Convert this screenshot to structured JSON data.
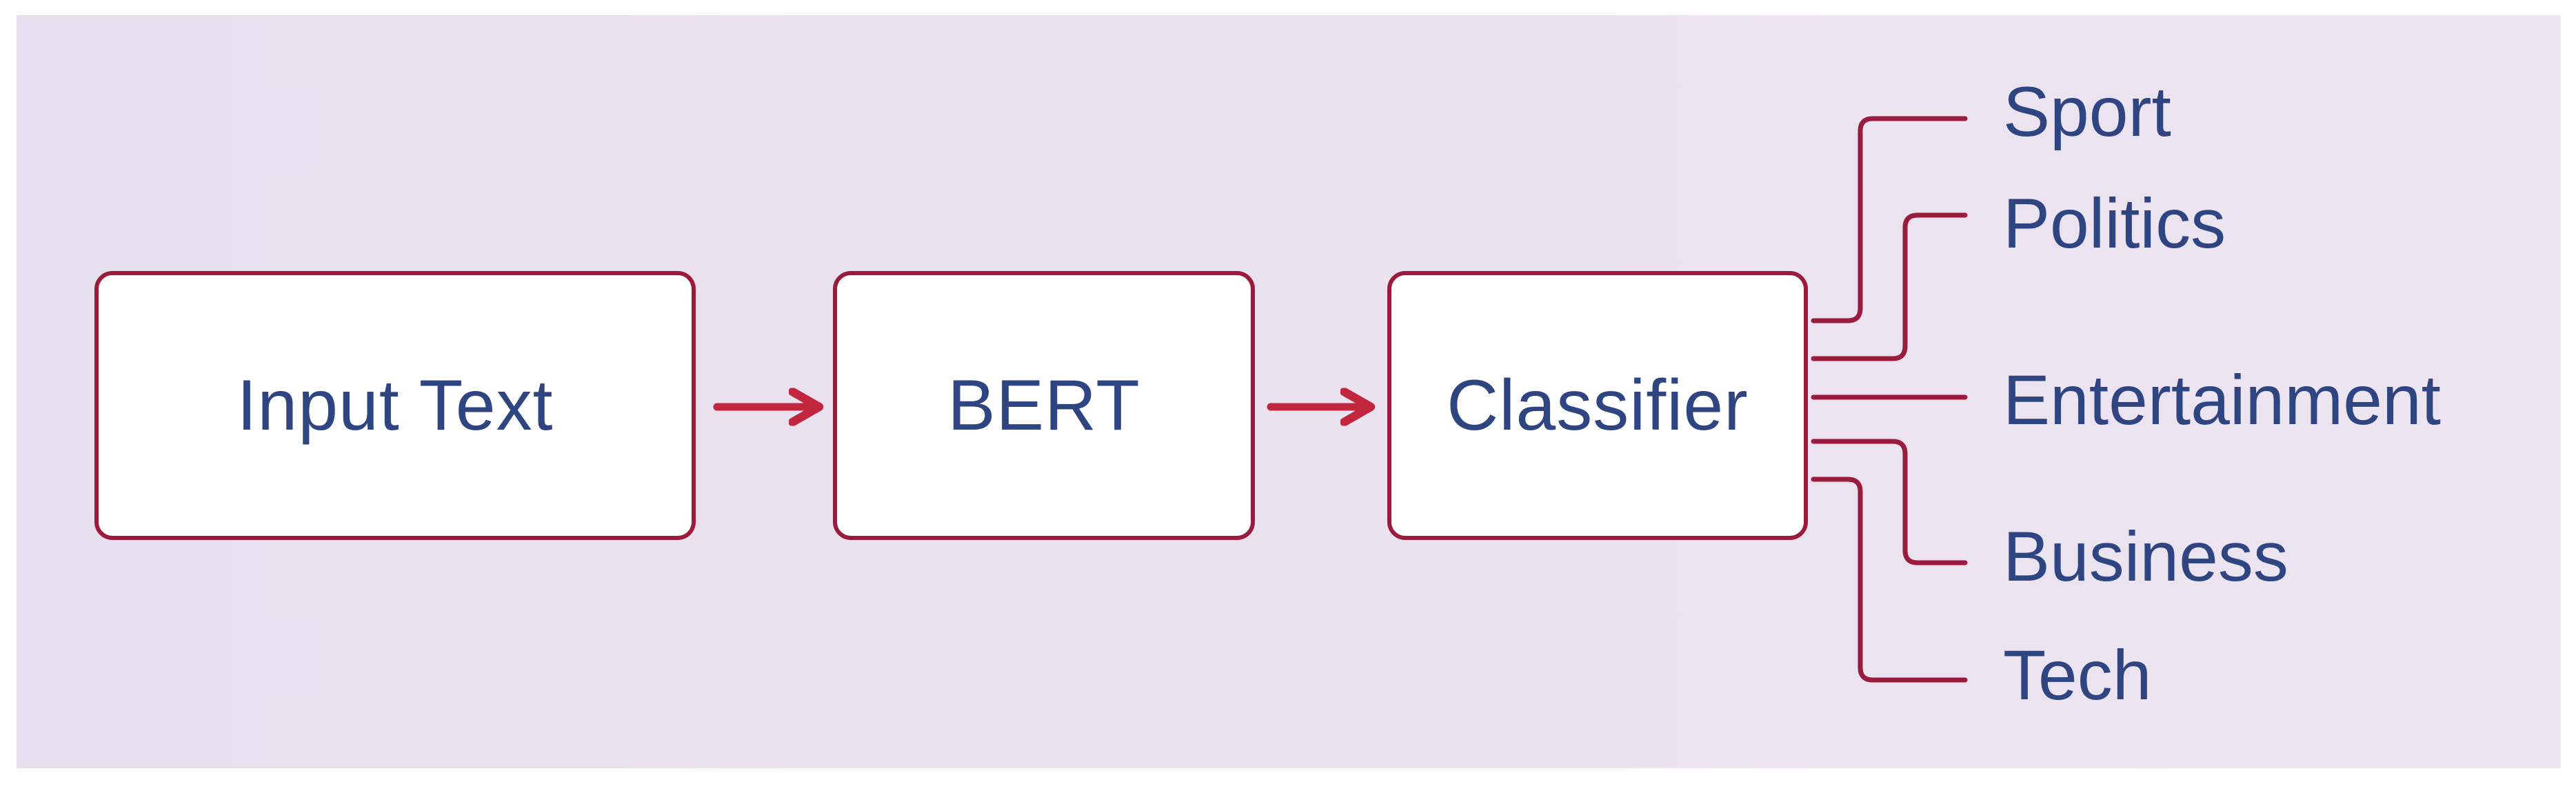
{
  "diagram": {
    "nodes": [
      {
        "id": "input",
        "text": "Input Text"
      },
      {
        "id": "bert",
        "text": "BERT"
      },
      {
        "id": "classifier",
        "text": "Classifier"
      }
    ],
    "categories": [
      {
        "id": "sport",
        "text": "Sport"
      },
      {
        "id": "politics",
        "text": "Politics"
      },
      {
        "id": "entertainment",
        "text": "Entertainment"
      },
      {
        "id": "business",
        "text": "Business"
      },
      {
        "id": "tech",
        "text": "Tech"
      }
    ],
    "colors": {
      "background": "#ebe2ef",
      "box_border": "#9b1b3d",
      "connector": "#9b1b3d",
      "arrow": "#c2263e",
      "text": "#2f4582"
    }
  }
}
